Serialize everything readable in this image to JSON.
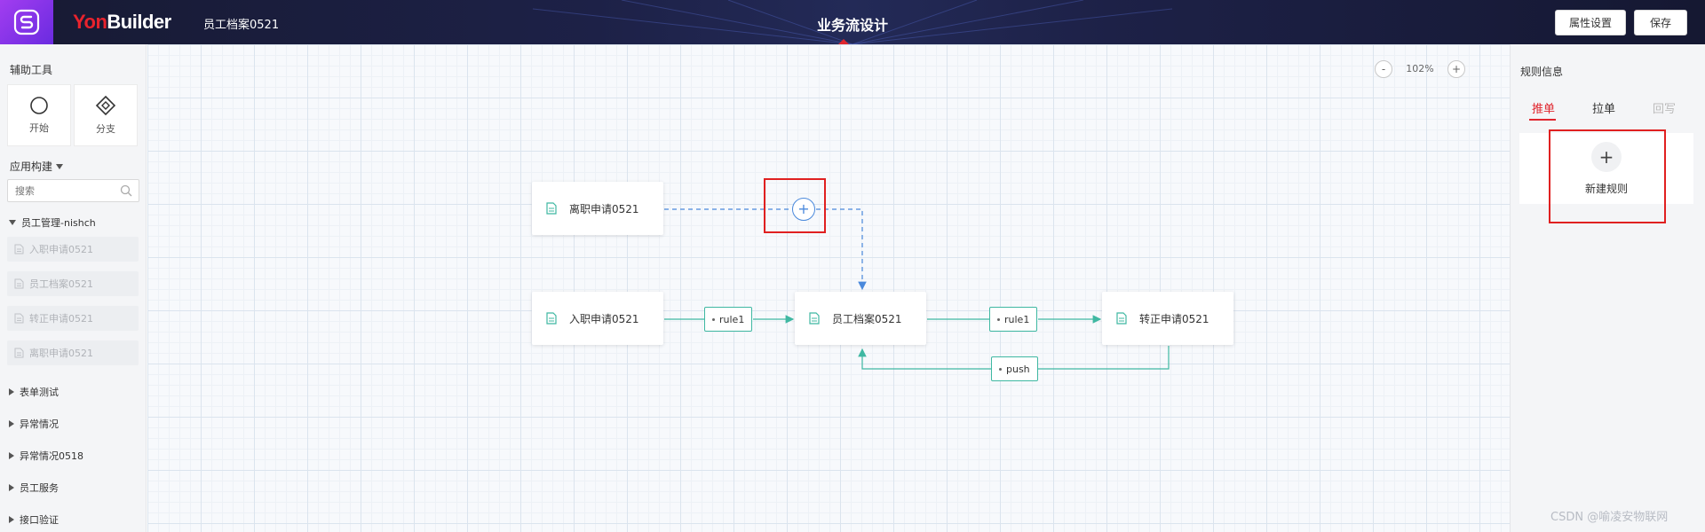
{
  "header": {
    "brand_yon": "Yon",
    "brand_builder": "Builder",
    "app_name": "员工档案0521",
    "page_title": "业务流设计",
    "property_button": "属性设置",
    "save_button": "保存"
  },
  "sidebar": {
    "tools_title": "辅助工具",
    "tools": [
      {
        "label": "开始",
        "icon": "circle-icon"
      },
      {
        "label": "分支",
        "icon": "diamond-icon"
      }
    ],
    "app_build_title": "应用构建",
    "search_placeholder": "搜索",
    "expanded_group": {
      "label": "员工管理-nishch",
      "items": [
        "入职申请0521",
        "员工档案0521",
        "转正申请0521",
        "离职申请0521"
      ]
    },
    "collapsed_groups": [
      "表单测试",
      "异常情况",
      "异常情况0518",
      "员工服务",
      "接口验证"
    ]
  },
  "canvas": {
    "zoom_minus": "-",
    "zoom_level": "102%",
    "zoom_plus": "+",
    "nodes": {
      "resign": "离职申请0521",
      "onboard": "入职申请0521",
      "archive": "员工档案0521",
      "regular": "转正申请0521"
    },
    "edge_labels": {
      "onboard_to_archive": "rule1",
      "archive_to_regular": "rule1",
      "regular_to_archive": "push"
    },
    "add_symbol": "+",
    "colors": {
      "solid_edge": "#3fb8a2",
      "dashed_edge": "#4a89dc",
      "highlight": "#e02020"
    }
  },
  "right_panel": {
    "title": "规则信息",
    "tabs": [
      {
        "label": "推单",
        "state": "active"
      },
      {
        "label": "拉单",
        "state": "normal"
      },
      {
        "label": "回写",
        "state": "disabled"
      }
    ],
    "new_rule_symbol": "+",
    "new_rule_label": "新建规则"
  },
  "watermark": "CSDN @喻凌安物联网"
}
